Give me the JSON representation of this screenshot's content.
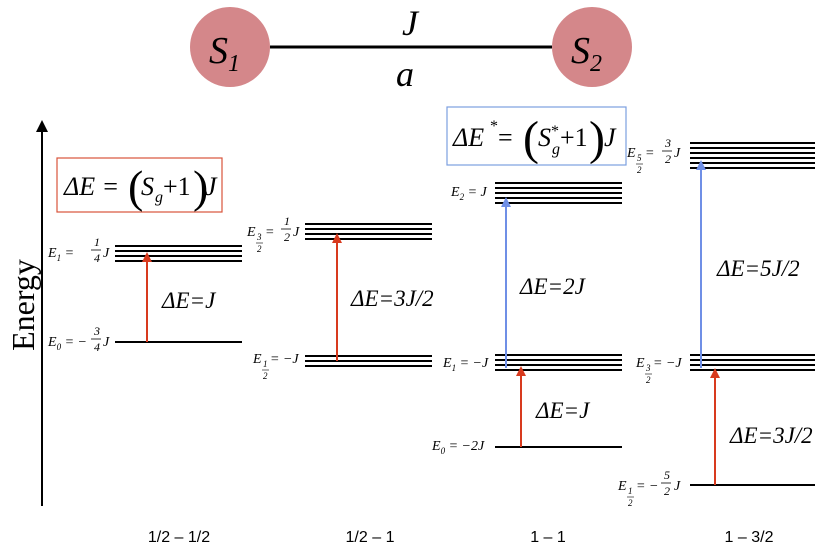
{
  "colors": {
    "transition_red": "#d83a1e",
    "transition_blue": "#6f8fe6",
    "node_fill": "#d4878a",
    "box_red": "#d9543b",
    "box_blue": "#7c9fe0"
  },
  "header": {
    "node_left": {
      "main": "S",
      "sub": "1"
    },
    "node_right": {
      "main": "S",
      "sub": "2"
    },
    "coupling": "J",
    "distance": "a"
  },
  "axis": {
    "label": "Energy"
  },
  "formula_red": {
    "a": "ΔE = ",
    "b": "S",
    "c": "g",
    "d": " +1",
    "e": "J"
  },
  "formula_blue": {
    "a": "ΔE",
    "star": "*",
    "b": " = ",
    "c": "S",
    "d": "g",
    "e": "*",
    "f": " +1",
    "g": "J"
  },
  "columns": [
    {
      "label": "1/2 – 1/2",
      "delta": "ΔE=J",
      "upper": {
        "sym": "E",
        "sub": "1",
        "eq": " = ",
        "num": "1",
        "den": "4",
        "tail": "J"
      },
      "lower": {
        "sym": "E",
        "sub": "0",
        "eq": " = −",
        "num": "3",
        "den": "4",
        "tail": "J"
      }
    },
    {
      "label": "1/2 – 1",
      "delta": "ΔE=3J/2",
      "upper": {
        "sym": "E",
        "subnum": "3",
        "subden": "2",
        "eq": " = ",
        "num": "1",
        "den": "2",
        "tail": "J"
      },
      "lower": {
        "sym": "E",
        "subnum": "1",
        "subden": "2",
        "eq": " = −J"
      }
    },
    {
      "label": "1 – 1",
      "delta_upper": "ΔE=2J",
      "delta_lower": "ΔE=J",
      "top": {
        "sym": "E",
        "sub": "2",
        "eq": " = J"
      },
      "mid": {
        "sym": "E",
        "sub": "1",
        "eq": " = −J"
      },
      "low": {
        "sym": "E",
        "sub": "0",
        "eq": " = −2J"
      }
    },
    {
      "label": "1 – 3/2",
      "delta_upper": "ΔE=5J/2",
      "delta_lower": "ΔE=3J/2",
      "top": {
        "sym": "E",
        "subnum": "5",
        "subden": "2",
        "eq": " = ",
        "num": "3",
        "den": "2",
        "tail": "J"
      },
      "mid": {
        "sym": "E",
        "subnum": "3",
        "subden": "2",
        "eq": " = −J"
      },
      "low": {
        "sym": "E",
        "subnum": "1",
        "subden": "2",
        "eq": " = −",
        "num": "5",
        "den": "2",
        "tail": "J"
      }
    }
  ]
}
